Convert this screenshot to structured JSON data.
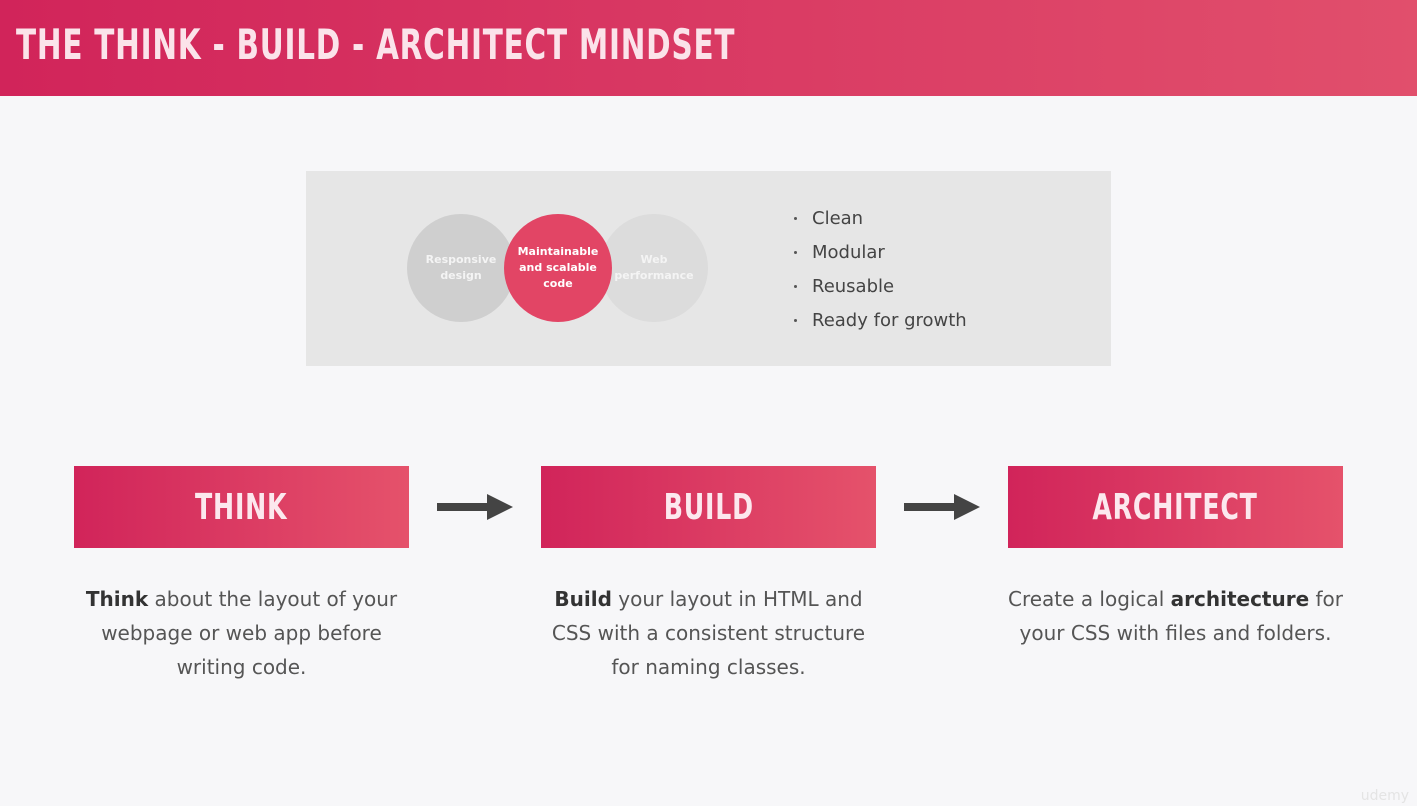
{
  "header": {
    "title": "THE THINK - BUILD - ARCHITECT MINDSET"
  },
  "concepts": {
    "circles": {
      "left": "Responsive design",
      "middle": "Maintainable and scalable code",
      "right": "Web performance"
    },
    "bullets": [
      "Clean",
      "Modular",
      "Reusable",
      "Ready for growth"
    ]
  },
  "steps": [
    {
      "label": "THINK",
      "desc_bold": "Think",
      "desc_rest": " about the layout of your webpage or web app before writing code."
    },
    {
      "label": "BUILD",
      "desc_bold": "Build",
      "desc_rest": " your layout in HTML and CSS with a consistent structure for naming classes."
    },
    {
      "label": "ARCHITECT",
      "desc_pre": "Create a logical ",
      "desc_bold": "architecture",
      "desc_rest": " for your CSS with files and folders."
    }
  ],
  "colors": {
    "accent": "#d1245a",
    "accent_light": "#e5526b",
    "arrow": "#444444",
    "panel": "#e6e6e6"
  },
  "watermark": "udemy"
}
